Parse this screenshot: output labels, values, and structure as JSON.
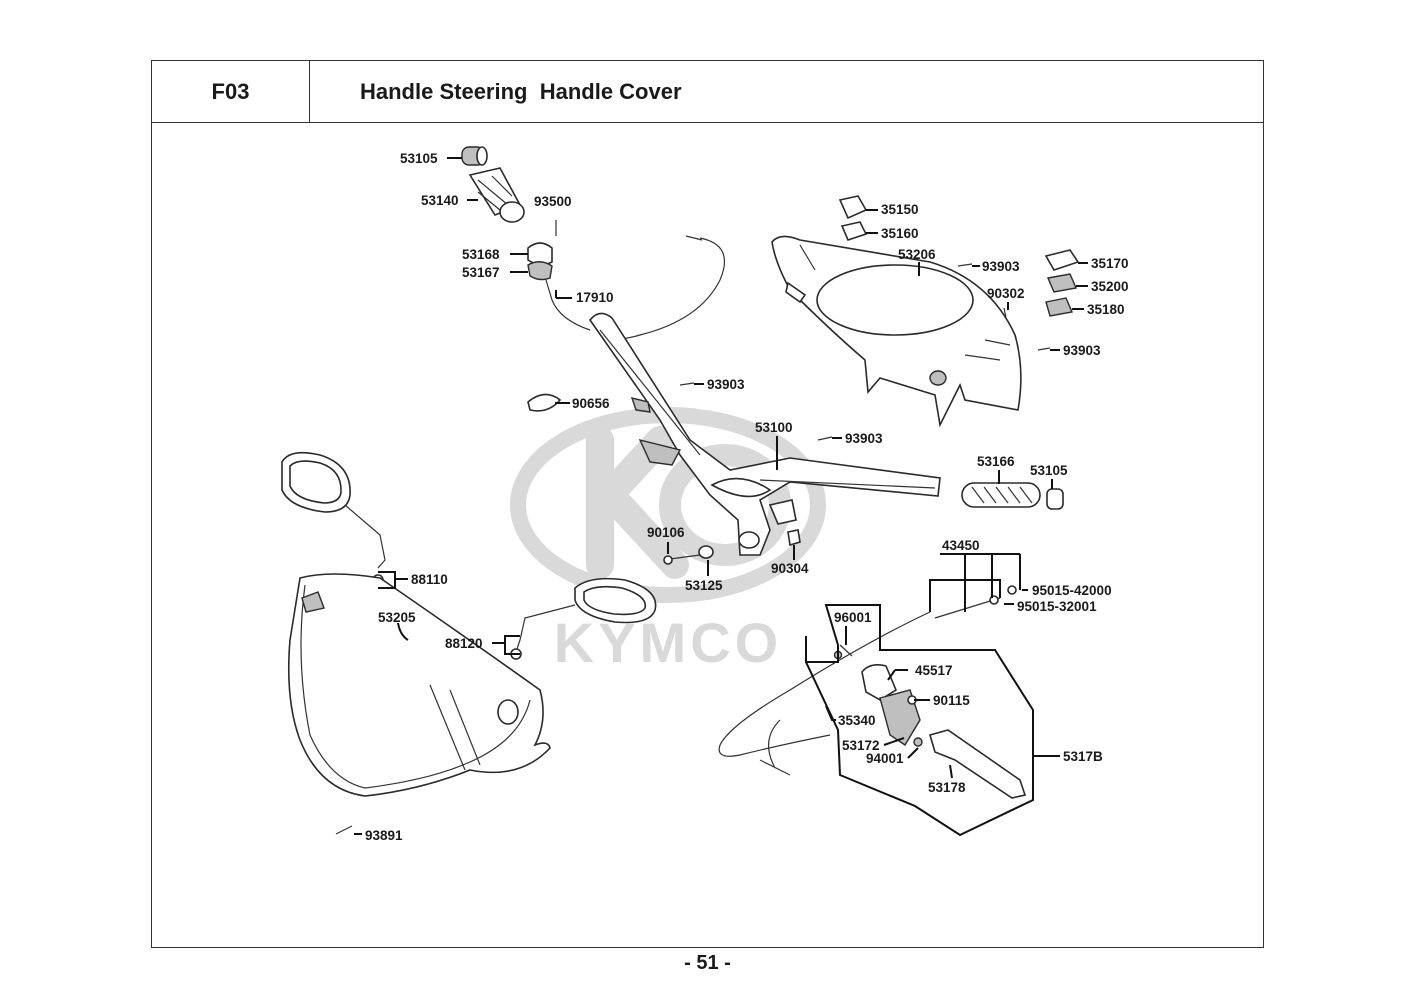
{
  "header": {
    "code": "F03",
    "title": "Handle Steering  Handle Cover"
  },
  "watermark": {
    "text": "KYMCO",
    "color": "#d9d9d9"
  },
  "page_number": "- 51 -",
  "parts": {
    "p53105_top": "53105",
    "p53140": "53140",
    "p93500": "93500",
    "p53168": "53168",
    "p53167": "53167",
    "p17910": "17910",
    "p90656": "90656",
    "p93903_a": "93903",
    "p53100": "53100",
    "p93903_b": "93903",
    "p35150": "35150",
    "p35160": "35160",
    "p53206": "53206",
    "p93903_c": "93903",
    "p35170": "35170",
    "p90302": "90302",
    "p35200": "35200",
    "p35180": "35180",
    "p93903_d": "93903",
    "p53166": "53166",
    "p53105_right": "53105",
    "p90106": "90106",
    "p53125": "53125",
    "p90304": "90304",
    "p88110": "88110",
    "p53205": "53205",
    "p88120": "88120",
    "p93891": "93891",
    "p43450": "43450",
    "p95015_42000": "95015-42000",
    "p95015_32001": "95015-32001",
    "p96001": "96001",
    "p45517": "45517",
    "p90115": "90115",
    "p35340": "35340",
    "p53172": "53172",
    "p94001": "94001",
    "p5317B": "5317B",
    "p53178": "53178"
  }
}
